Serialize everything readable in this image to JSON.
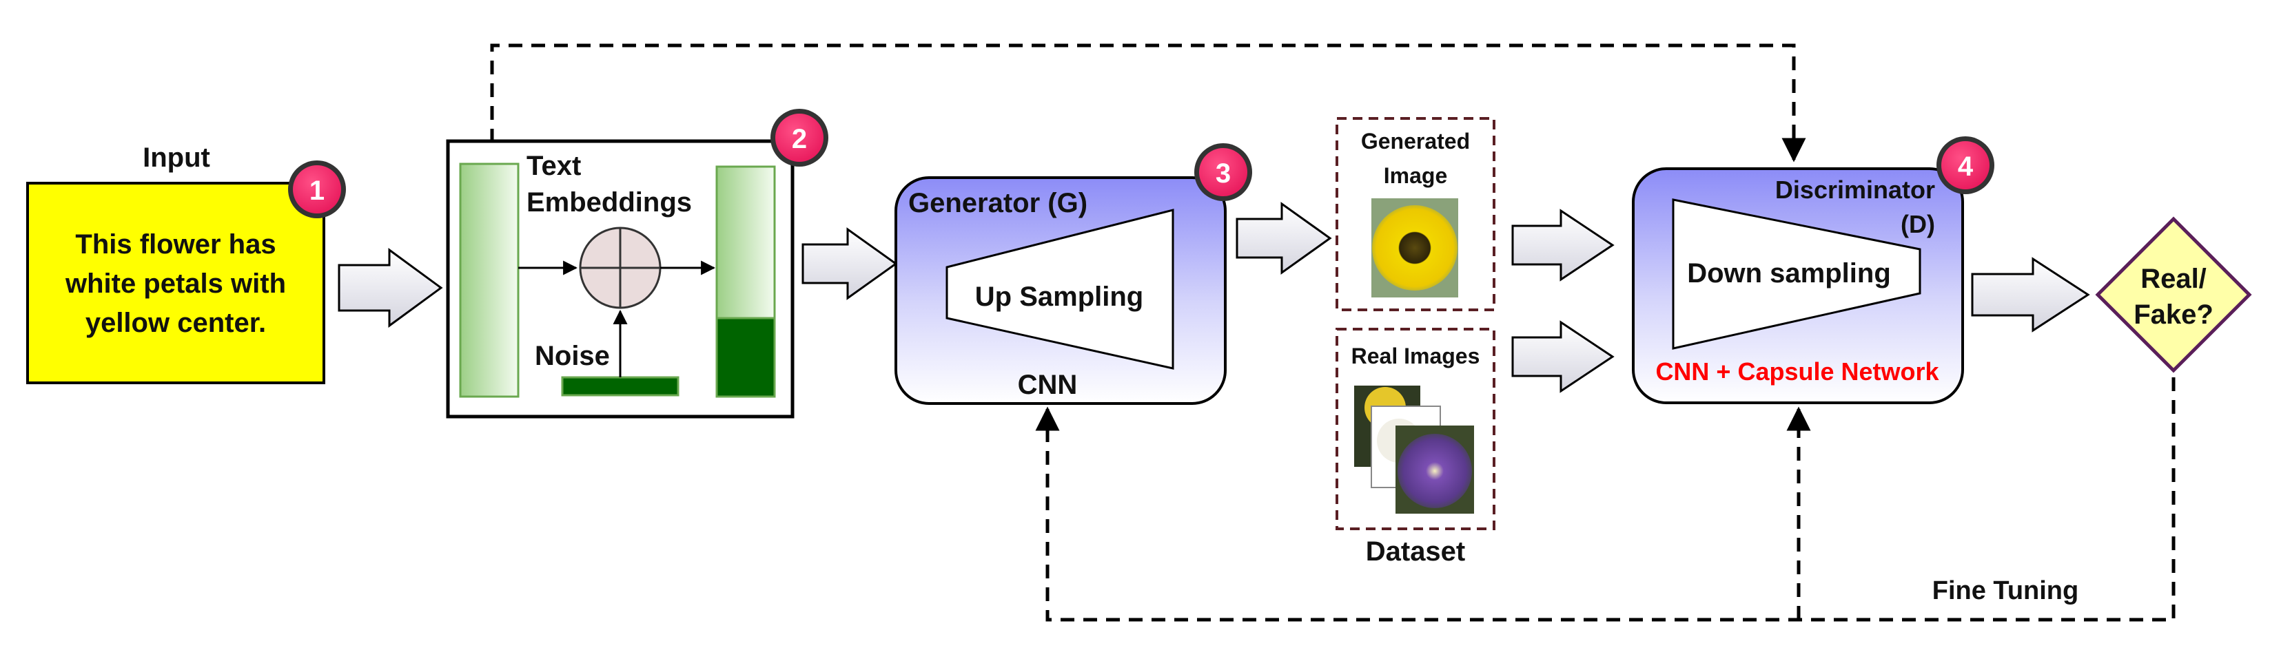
{
  "colors": {
    "input_fill": "#ffff00",
    "badge": "#e8195c",
    "accent_red": "#ff0000",
    "block_gradient_top": "#8c8cf7",
    "bar_green": "#006400",
    "embedding_green": "#9ccf86",
    "decision_fill": "#ffffa8",
    "dataset_border": "#5a1f24"
  },
  "input": {
    "title": "Input",
    "text_lines": [
      "This flower has",
      "white petals with",
      "yellow center."
    ],
    "badge": "1"
  },
  "embedding": {
    "label_lines": [
      "Text",
      "Embeddings"
    ],
    "noise_label": "Noise",
    "badge": "2"
  },
  "generator": {
    "title": "Generator (G)",
    "inner_label": "Up Sampling",
    "footer": "CNN",
    "badge": "3"
  },
  "generated": {
    "label_lines": [
      "Generated",
      "Image"
    ],
    "image": "sunflower-photo"
  },
  "real": {
    "label": "Real Images",
    "caption": "Dataset",
    "image": "flower-photo-stack"
  },
  "discriminator": {
    "title": "Discriminator",
    "title_suffix": "(D)",
    "inner_label": "Down sampling",
    "footer": "CNN + Capsule Network",
    "badge": "4"
  },
  "decision": {
    "label_lines": [
      "Real/",
      "Fake?"
    ]
  },
  "feedback": {
    "label": "Fine Tuning"
  }
}
